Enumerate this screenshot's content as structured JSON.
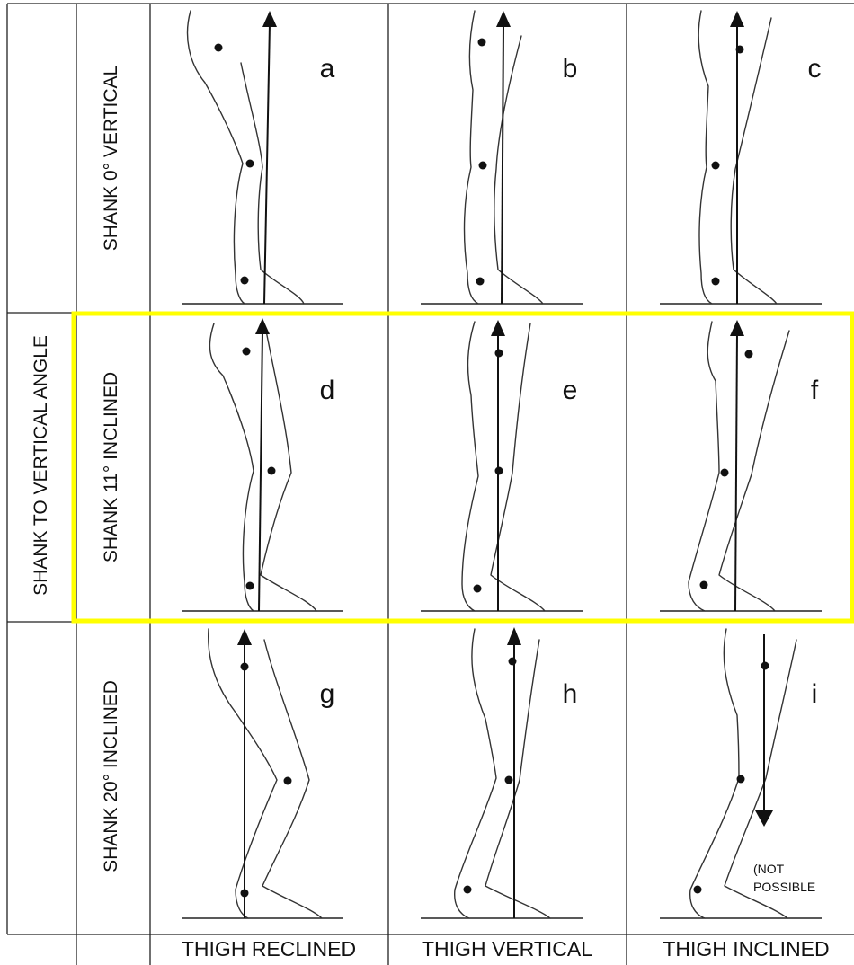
{
  "axis_title": "SHANK TO VERTICAL ANGLE",
  "rows": [
    {
      "label": "SHANK 0° VERTICAL"
    },
    {
      "label": "SHANK 11° INCLINED"
    },
    {
      "label": "SHANK 20° INCLINED"
    }
  ],
  "columns": [
    {
      "label": "THIGH RECLINED"
    },
    {
      "label": "THIGH VERTICAL"
    },
    {
      "label": "THIGH INCLINED"
    }
  ],
  "panels": [
    {
      "letter": "a"
    },
    {
      "letter": "b"
    },
    {
      "letter": "c"
    },
    {
      "letter": "d"
    },
    {
      "letter": "e"
    },
    {
      "letter": "f"
    },
    {
      "letter": "g"
    },
    {
      "letter": "h"
    },
    {
      "letter": "i"
    }
  ],
  "not_possible_note": [
    "(NOT",
    "POSSIBLE"
  ],
  "colors": {
    "highlight": "#ffff00",
    "lines": "#222222",
    "background": "#ffffff"
  }
}
